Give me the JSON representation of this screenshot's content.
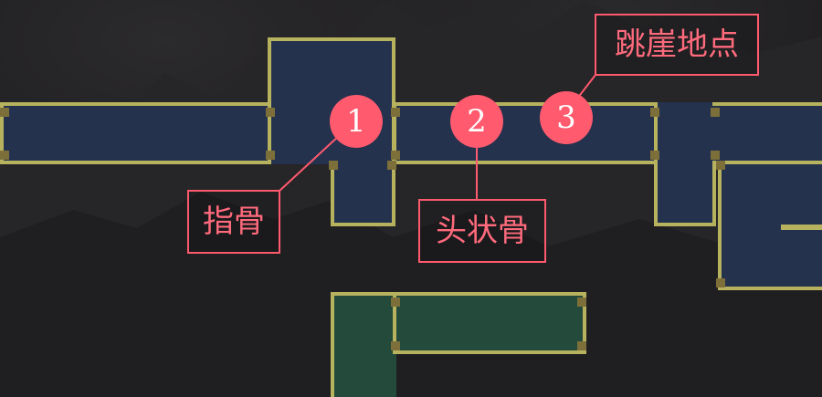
{
  "map": {
    "colors": {
      "background": "#1b1a1c",
      "room_blue": "#24324e",
      "room_green": "#234a3a",
      "room_border": "#b7b25e",
      "annotation": "#ff5a6e"
    }
  },
  "markers": [
    {
      "number": "1",
      "label": "指骨"
    },
    {
      "number": "2",
      "label": "头状骨"
    },
    {
      "number": "3",
      "label": "跳崖地点"
    }
  ]
}
